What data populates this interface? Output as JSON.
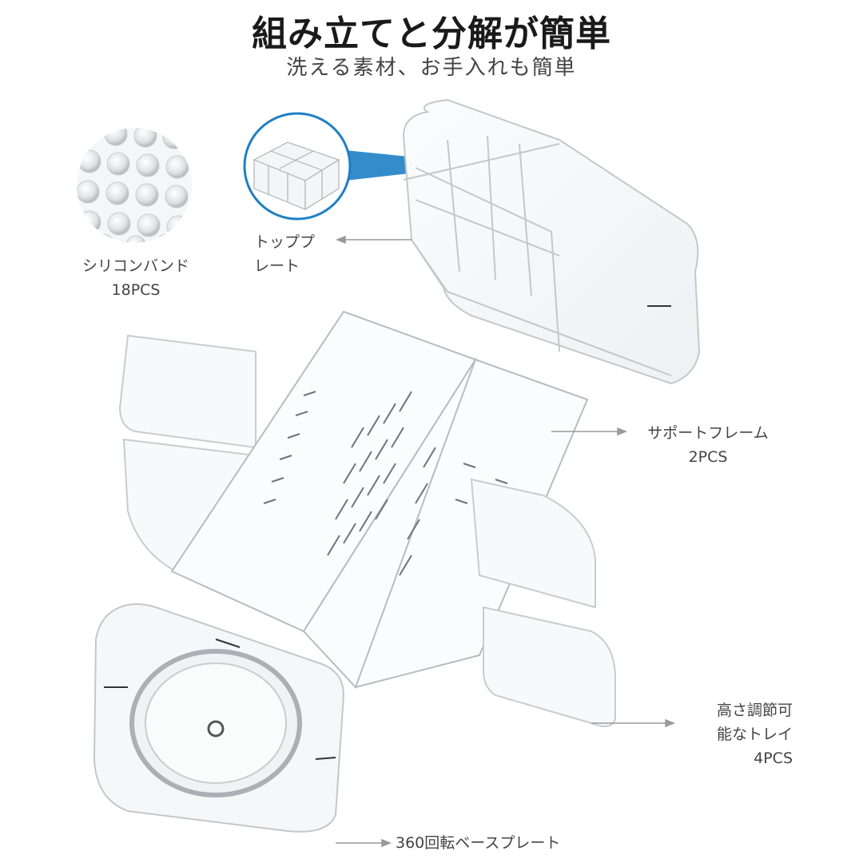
{
  "header": {
    "title": "組み立てと分解が簡単",
    "subtitle": "洗える素材、お手入れも簡単"
  },
  "callouts": {
    "silicone": {
      "line1": "シリコンバンド",
      "line2": "18PCS"
    },
    "top_plate": {
      "line1": "トッププ",
      "line2": "レート"
    },
    "support_frame": {
      "line1": "サポートフレーム",
      "line2": "2PCS"
    },
    "tray": {
      "line1": "高さ調節可",
      "line2": "能なトレイ",
      "line3": "4PCS"
    },
    "base": {
      "line1": "360回転ベースプレート"
    }
  },
  "colors": {
    "accent_blue": "#1f7fc4",
    "edge": "#c8ccd0",
    "leader": "#999999"
  }
}
